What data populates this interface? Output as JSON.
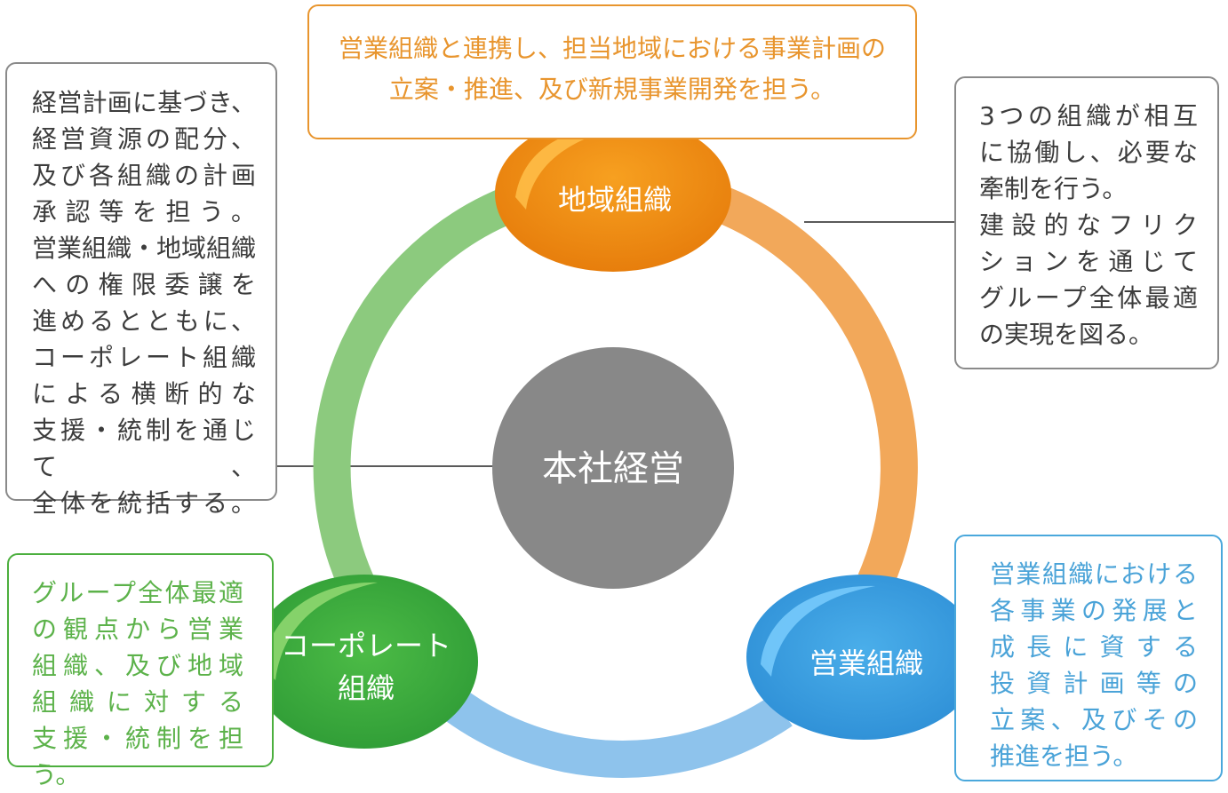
{
  "colors": {
    "orange": "#ee8a1a",
    "orange_light": "#f2a85a",
    "blue": "#3a9be0",
    "blue_light": "#8ec3ec",
    "green": "#3fae3f",
    "green_light": "#8cca7e",
    "gray_center": "#888888",
    "connector": "#5a5a5a"
  },
  "nodes": {
    "center": {
      "label": "本社経営"
    },
    "regional": {
      "label": "地域組織"
    },
    "sales": {
      "label": "営業組織"
    },
    "corporate": {
      "label_lines": [
        "コーポレート",
        "組織"
      ]
    }
  },
  "callouts": {
    "top": {
      "lines": [
        "営業組織と連携し、担当地域における事業計画の",
        "立案・推進、及び新規事業開発を担う。"
      ]
    },
    "left": {
      "lines": [
        "経営計画に基づき、",
        "経営資源の配分、",
        "及び各組織の計画",
        "承認等を担う。",
        "営業組織・地域組織",
        "への権限委譲を",
        "進めるとともに、",
        "コーポレート組織",
        "による横断的な",
        "支援・統制を通じて、",
        "全体を統括する。"
      ]
    },
    "right": {
      "lines": [
        "3つの組織が相互",
        "に協働し、必要な",
        "牽制を行う。",
        "建設的なフリク",
        "ションを通じて",
        "グループ全体最適",
        "の実現を図る。"
      ]
    },
    "bottom_left": {
      "lines": [
        "グループ全体最適",
        "の観点から営業",
        "組織、及び地域",
        "組織に対する",
        "支援・統制を担う。"
      ]
    },
    "bottom_right": {
      "lines": [
        "営業組織における",
        "各事業の発展と",
        "成長に資する",
        "投資計画等の",
        "立案、及びその",
        "推進を担う。"
      ]
    }
  }
}
